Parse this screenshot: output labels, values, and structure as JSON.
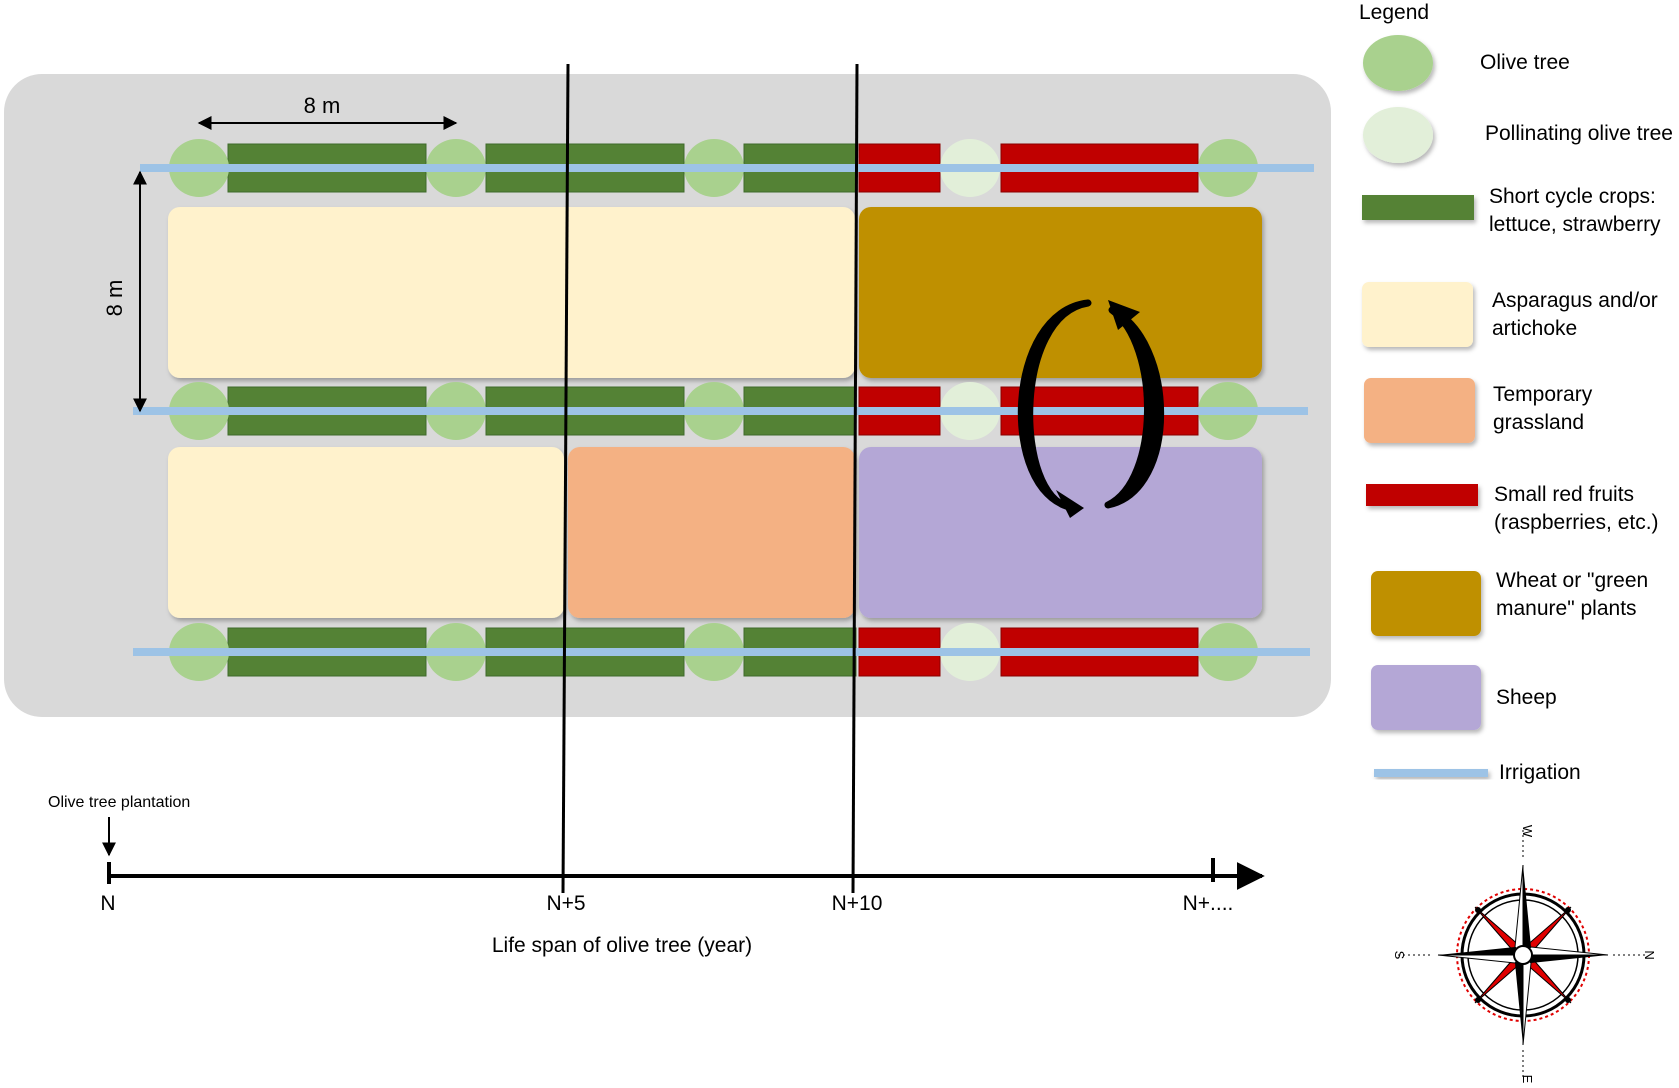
{
  "colors": {
    "field_background": "#d9d9d9",
    "olive_tree": "#a9d18e",
    "pollinating_olive_tree": "#e2efd9",
    "short_cycle_crops": "#548235",
    "asparagus_artichoke": "#fff2cc",
    "temporary_grassland": "#f4b183",
    "small_red_fruits": "#c00000",
    "wheat_green_manure": "#bf9000",
    "sheep": "#b4a7d6",
    "irrigation": "#9dc3e6"
  },
  "dimensions": {
    "row_spacing": "8 m",
    "tree_spacing": "8 m"
  },
  "timeline": {
    "start_event": "Olive tree plantation",
    "ticks": [
      "N",
      "N+5",
      "N+10",
      "N+...."
    ],
    "axis_title": "Life span of olive tree (year)"
  },
  "legend": {
    "title": "Legend",
    "items": [
      {
        "key": "olive_tree",
        "lines": [
          "Olive tree"
        ]
      },
      {
        "key": "pollinating_olive_tree",
        "lines": [
          "Pollinating olive tree"
        ]
      },
      {
        "key": "short_cycle_crops",
        "lines": [
          "Short cycle crops:",
          "lettuce, strawberry"
        ]
      },
      {
        "key": "asparagus_artichoke",
        "lines": [
          "Asparagus and/or",
          "artichoke"
        ]
      },
      {
        "key": "temporary_grassland",
        "lines": [
          "Temporary",
          "grassland"
        ]
      },
      {
        "key": "small_red_fruits",
        "lines": [
          "Small red fruits",
          "(raspberries, etc.)"
        ]
      },
      {
        "key": "wheat_green_manure",
        "lines": [
          "Wheat or \"green",
          "manure\" plants"
        ]
      },
      {
        "key": "sheep",
        "lines": [
          "Sheep"
        ]
      },
      {
        "key": "irrigation",
        "lines": [
          "Irrigation"
        ]
      }
    ]
  },
  "compass": {
    "labels": [
      "W",
      "N",
      "E",
      "S"
    ],
    "colors": {
      "ring": "#000000",
      "dotted_ring": "#e00000",
      "red_points": "#e00000"
    }
  }
}
